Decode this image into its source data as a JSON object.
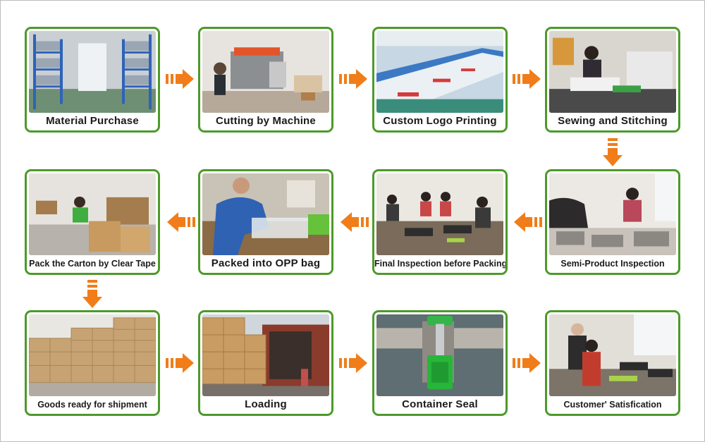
{
  "steps": [
    {
      "label": "Material Purchase",
      "scene": "warehouse"
    },
    {
      "label": "Cutting by Machine",
      "scene": "cutting"
    },
    {
      "label": "Custom Logo Printing",
      "scene": "printing"
    },
    {
      "label": "Sewing and Stitching",
      "scene": "sewing"
    },
    {
      "label": "Semi-Product Inspection",
      "scene": "inspection"
    },
    {
      "label": "Final Inspection before Packing",
      "scene": "final-inspection"
    },
    {
      "label": "Packed into OPP bag",
      "scene": "packing"
    },
    {
      "label": "Pack the Carton by Clear Tape",
      "scene": "carton"
    },
    {
      "label": "Goods ready for shipment",
      "scene": "stacked-boxes"
    },
    {
      "label": "Loading",
      "scene": "truck"
    },
    {
      "label": "Container Seal",
      "scene": "seal"
    },
    {
      "label": "Customer' Satisfication",
      "scene": "customers"
    }
  ],
  "colors": {
    "card_border": "#4c9a2a",
    "arrow": "#f07d19",
    "caption_text": "#1a1a1a"
  }
}
